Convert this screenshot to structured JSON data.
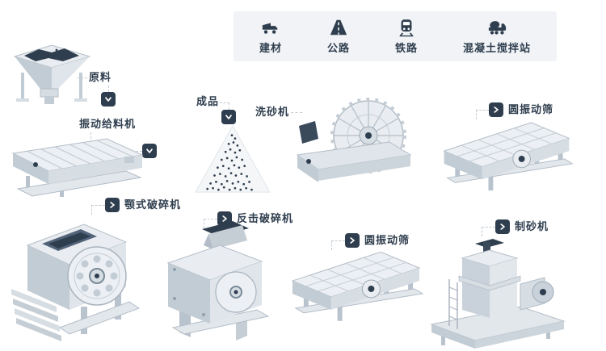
{
  "legend": {
    "items": [
      {
        "label": "建材",
        "icon": "dump-truck-icon"
      },
      {
        "label": "公路",
        "icon": "highway-road-icon"
      },
      {
        "label": "铁路",
        "icon": "train-icon"
      },
      {
        "label": "混凝土搅拌站",
        "icon": "concrete-mixer-truck-icon"
      }
    ]
  },
  "nodes": {
    "raw_material": {
      "label": "原料"
    },
    "vibrating_feeder": {
      "label": "振动给料机"
    },
    "finished_product": {
      "label": "成品"
    },
    "sand_washer": {
      "label": "洗砂机"
    },
    "vibrating_screen_top": {
      "label": "圆振动筛"
    },
    "jaw_crusher": {
      "label": "颚式破碎机"
    },
    "impact_crusher": {
      "label": "反击破碎机"
    },
    "vibrating_screen_bottom": {
      "label": "圆振动筛"
    },
    "sand_maker": {
      "label": "制砂机"
    }
  },
  "badge_icon": "chevron-right-icon",
  "colors": {
    "accent_navy": "#2f3e4e",
    "legend_bg": "#f1f3f6",
    "machine_light": "#eceff3",
    "machine_mid": "#d6dde3",
    "machine_dark": "#c2ccd4",
    "connector_dash": "#c3cbd4"
  }
}
